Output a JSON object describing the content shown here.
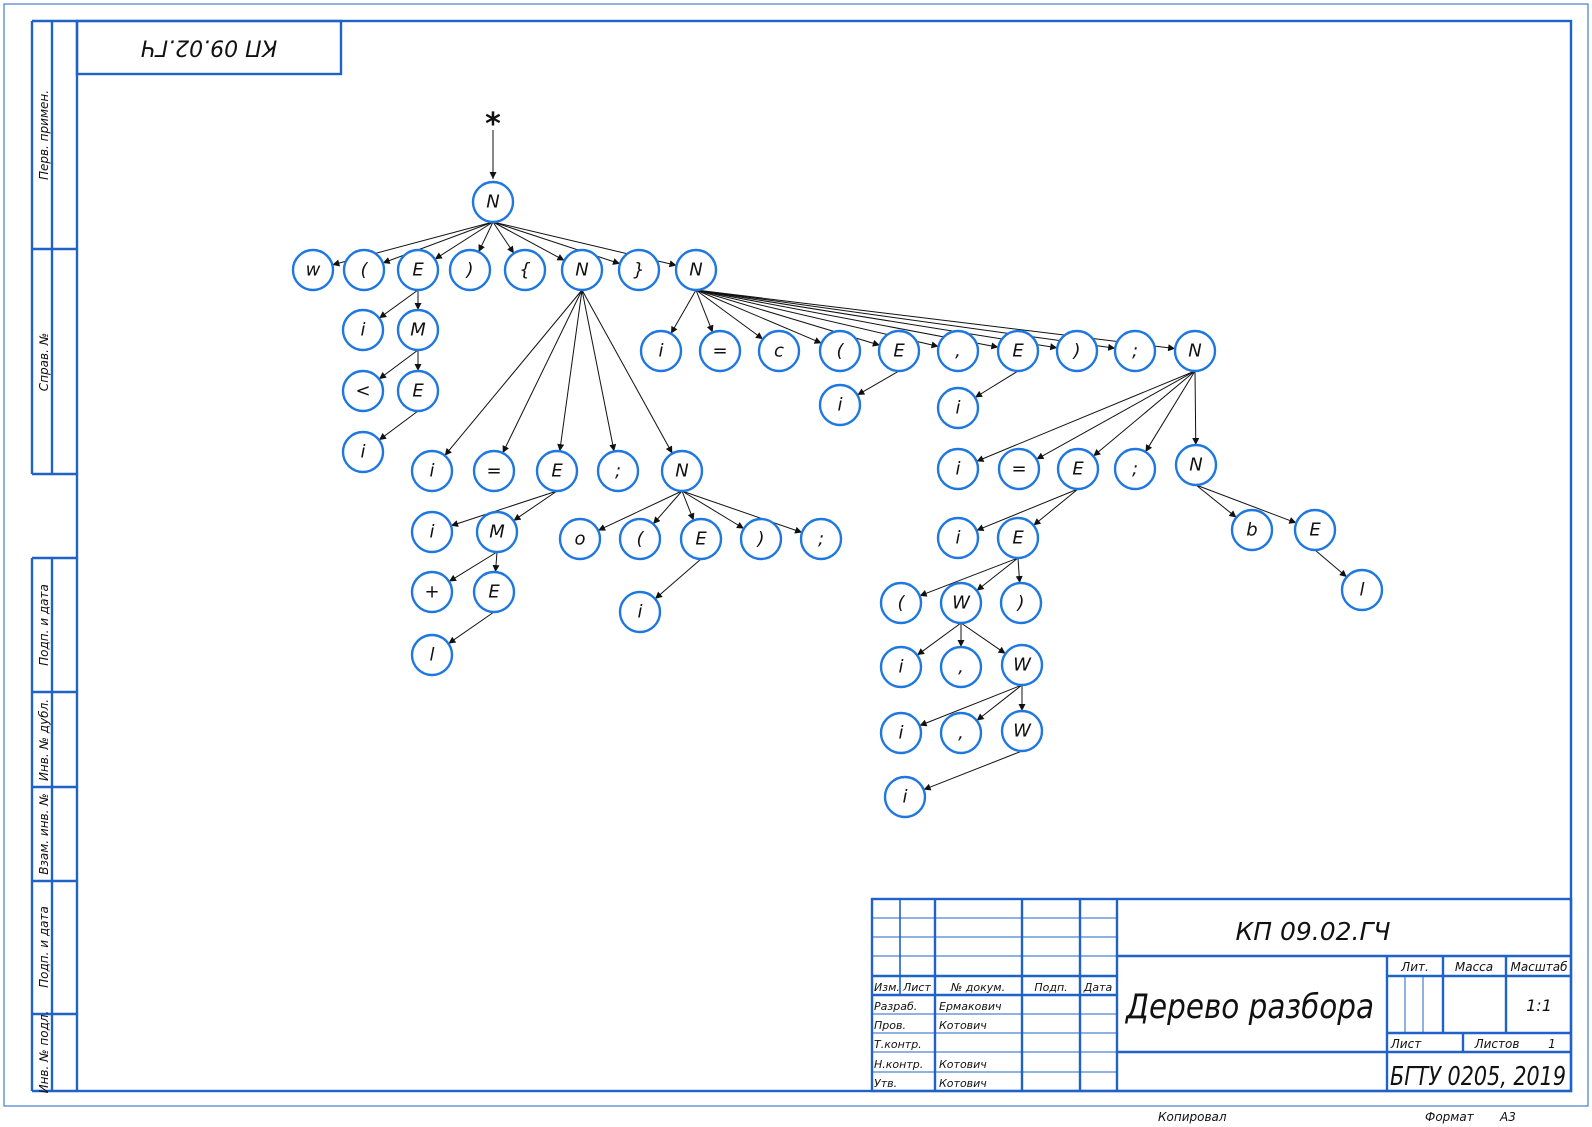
{
  "stamp": {
    "code_flipped": "КП 09.02.ГЧ",
    "code": "КП 09.02.ГЧ",
    "title": "Дерево разбора",
    "org": "БГТУ 0205, 2019",
    "lit_label": "Лит.",
    "mass_label": "Масса",
    "scale_label": "Масштаб",
    "scale_value": "1:1",
    "sheet_label": "Лист",
    "sheets_label": "Листов",
    "sheets_value": "1",
    "col_izm": "Изм.",
    "col_list": "Лист",
    "col_doc": "№ докум.",
    "col_sign": "Подп.",
    "col_date": "Дата",
    "role_dev": "Разраб.",
    "name_dev": "Ермакович",
    "role_check": "Пров.",
    "name_check": "Котович",
    "role_tcontrol": "Т.контр.",
    "role_ncontrol": "Н.контр.",
    "name_ncontrol": "Котович",
    "role_approve": "Утв.",
    "name_approve": "Котович",
    "copied": "Копировал",
    "format_label": "Формат",
    "format_value": "А3"
  },
  "side_labels": {
    "perv": "Перв. примен.",
    "sprav": "Справ. №",
    "podp_data_1": "Подп. и дата",
    "inv_dubl": "Инв. № дубл.",
    "vzam_inv": "Взам. инв. №",
    "podp_data_2": "Подп. и дата",
    "inv_podl": "Инв. № подл."
  },
  "tree": {
    "root_marker": "*",
    "nodes": [
      {
        "id": "root",
        "label": "N"
      },
      {
        "id": "w1",
        "label": "w"
      },
      {
        "id": "lp1",
        "label": "("
      },
      {
        "id": "E1",
        "label": "E"
      },
      {
        "id": "rp1",
        "label": ")"
      },
      {
        "id": "lb1",
        "label": "{"
      },
      {
        "id": "N1",
        "label": "N"
      },
      {
        "id": "rb1",
        "label": "}"
      },
      {
        "id": "N2",
        "label": "N"
      },
      {
        "id": "i1",
        "label": "i"
      },
      {
        "id": "M1",
        "label": "M"
      },
      {
        "id": "lt1",
        "label": "<"
      },
      {
        "id": "E2",
        "label": "E"
      },
      {
        "id": "i2",
        "label": "i"
      },
      {
        "id": "i3",
        "label": "i"
      },
      {
        "id": "eq1",
        "label": "="
      },
      {
        "id": "E3",
        "label": "E"
      },
      {
        "id": "sc1",
        "label": ";"
      },
      {
        "id": "N3",
        "label": "N"
      },
      {
        "id": "i4",
        "label": "i"
      },
      {
        "id": "M2",
        "label": "M"
      },
      {
        "id": "pl1",
        "label": "+"
      },
      {
        "id": "E4",
        "label": "E"
      },
      {
        "id": "l1",
        "label": "l"
      },
      {
        "id": "o1",
        "label": "o"
      },
      {
        "id": "lp2",
        "label": "("
      },
      {
        "id": "E5",
        "label": "E"
      },
      {
        "id": "rp2",
        "label": ")"
      },
      {
        "id": "sc2",
        "label": ";"
      },
      {
        "id": "i5",
        "label": "i"
      },
      {
        "id": "i6",
        "label": "i"
      },
      {
        "id": "eq2",
        "label": "="
      },
      {
        "id": "c1",
        "label": "c"
      },
      {
        "id": "lp3",
        "label": "("
      },
      {
        "id": "E6",
        "label": "E"
      },
      {
        "id": "cm1",
        "label": ","
      },
      {
        "id": "E7",
        "label": "E"
      },
      {
        "id": "rp3",
        "label": ")"
      },
      {
        "id": "sc3",
        "label": ";"
      },
      {
        "id": "N4",
        "label": "N"
      },
      {
        "id": "i7",
        "label": "i"
      },
      {
        "id": "i8",
        "label": "i"
      },
      {
        "id": "i9",
        "label": "i"
      },
      {
        "id": "eq3",
        "label": "="
      },
      {
        "id": "E8",
        "label": "E"
      },
      {
        "id": "sc4",
        "label": ";"
      },
      {
        "id": "N5",
        "label": "N"
      },
      {
        "id": "i10",
        "label": "i"
      },
      {
        "id": "E9",
        "label": "E"
      },
      {
        "id": "b1",
        "label": "b"
      },
      {
        "id": "E10",
        "label": "E"
      },
      {
        "id": "l2",
        "label": "l"
      },
      {
        "id": "lp4",
        "label": "("
      },
      {
        "id": "W1",
        "label": "W"
      },
      {
        "id": "rp4",
        "label": ")"
      },
      {
        "id": "i11",
        "label": "i"
      },
      {
        "id": "cm2",
        "label": ","
      },
      {
        "id": "W2",
        "label": "W"
      },
      {
        "id": "i12",
        "label": "i"
      },
      {
        "id": "cm3",
        "label": ","
      },
      {
        "id": "W3",
        "label": "W"
      },
      {
        "id": "i13",
        "label": "i"
      }
    ],
    "edges": [
      [
        "root",
        "w1"
      ],
      [
        "root",
        "lp1"
      ],
      [
        "root",
        "E1"
      ],
      [
        "root",
        "rp1"
      ],
      [
        "root",
        "lb1"
      ],
      [
        "root",
        "N1"
      ],
      [
        "root",
        "rb1"
      ],
      [
        "root",
        "N2"
      ],
      [
        "E1",
        "i1"
      ],
      [
        "E1",
        "M1"
      ],
      [
        "M1",
        "lt1"
      ],
      [
        "M1",
        "E2"
      ],
      [
        "E2",
        "i2"
      ],
      [
        "N1",
        "i3"
      ],
      [
        "N1",
        "eq1"
      ],
      [
        "N1",
        "E3"
      ],
      [
        "N1",
        "sc1"
      ],
      [
        "N1",
        "N3"
      ],
      [
        "E3",
        "i4"
      ],
      [
        "E3",
        "M2"
      ],
      [
        "M2",
        "pl1"
      ],
      [
        "M2",
        "E4"
      ],
      [
        "E4",
        "l1"
      ],
      [
        "N3",
        "o1"
      ],
      [
        "N3",
        "lp2"
      ],
      [
        "N3",
        "E5"
      ],
      [
        "N3",
        "rp2"
      ],
      [
        "N3",
        "sc2"
      ],
      [
        "E5",
        "i5"
      ],
      [
        "N2",
        "i6"
      ],
      [
        "N2",
        "eq2"
      ],
      [
        "N2",
        "c1"
      ],
      [
        "N2",
        "lp3"
      ],
      [
        "N2",
        "E6"
      ],
      [
        "N2",
        "cm1"
      ],
      [
        "N2",
        "E7"
      ],
      [
        "N2",
        "rp3"
      ],
      [
        "N2",
        "sc3"
      ],
      [
        "N2",
        "N4"
      ],
      [
        "E6",
        "i7"
      ],
      [
        "E7",
        "i8"
      ],
      [
        "N4",
        "i9"
      ],
      [
        "N4",
        "eq3"
      ],
      [
        "N4",
        "E8"
      ],
      [
        "N4",
        "sc4"
      ],
      [
        "N4",
        "N5"
      ],
      [
        "E8",
        "i10"
      ],
      [
        "E8",
        "E9"
      ],
      [
        "N5",
        "b1"
      ],
      [
        "N5",
        "E10"
      ],
      [
        "E10",
        "l2"
      ],
      [
        "E9",
        "lp4"
      ],
      [
        "E9",
        "W1"
      ],
      [
        "E9",
        "rp4"
      ],
      [
        "W1",
        "i11"
      ],
      [
        "W1",
        "cm2"
      ],
      [
        "W1",
        "W2"
      ],
      [
        "W2",
        "i12"
      ],
      [
        "W2",
        "cm3"
      ],
      [
        "W2",
        "W3"
      ],
      [
        "W3",
        "i13"
      ]
    ]
  },
  "colors": {
    "frame": "#1f63c8",
    "node_stroke": "#1f78e0",
    "ink": "#111111"
  }
}
